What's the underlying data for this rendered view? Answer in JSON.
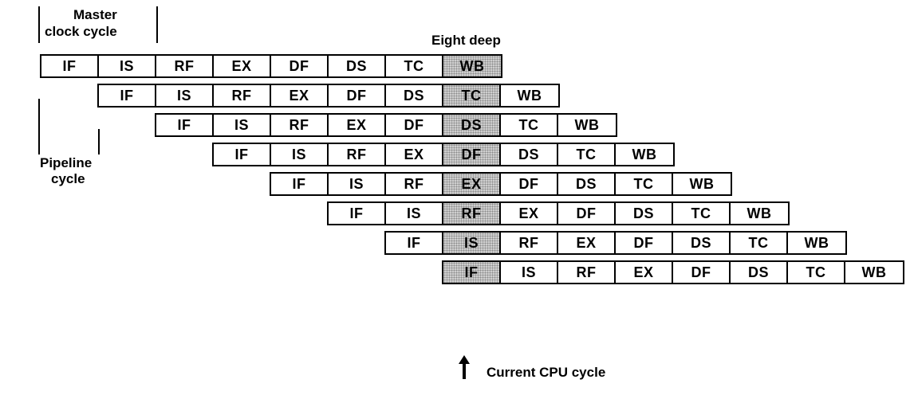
{
  "labels": {
    "master": "Master",
    "clock_cycle": "clock cycle",
    "eight_deep": "Eight deep",
    "pipeline": "Pipeline",
    "cycle": "cycle",
    "current_cpu_cycle": "Current CPU cycle"
  },
  "stages": [
    "IF",
    "IS",
    "RF",
    "EX",
    "DF",
    "DS",
    "TC",
    "WB"
  ],
  "rows": [
    {
      "cells": [
        "IF",
        "IS",
        "RF",
        "EX",
        "DF",
        "DS",
        "TC",
        "WB"
      ],
      "highlighted_stage": "WB"
    },
    {
      "cells": [
        "IF",
        "IS",
        "RF",
        "EX",
        "DF",
        "DS",
        "TC",
        "WB"
      ],
      "highlighted_stage": "TC"
    },
    {
      "cells": [
        "IF",
        "IS",
        "RF",
        "EX",
        "DF",
        "DS",
        "TC",
        "WB"
      ],
      "highlighted_stage": "DS"
    },
    {
      "cells": [
        "IF",
        "IS",
        "RF",
        "EX",
        "DF",
        "DS",
        "TC",
        "WB"
      ],
      "highlighted_stage": "DF"
    },
    {
      "cells": [
        "IF",
        "IS",
        "RF",
        "EX",
        "DF",
        "DS",
        "TC",
        "WB"
      ],
      "highlighted_stage": "EX"
    },
    {
      "cells": [
        "IF",
        "IS",
        "RF",
        "EX",
        "DF",
        "DS",
        "TC",
        "WB"
      ],
      "highlighted_stage": "RF"
    },
    {
      "cells": [
        "IF",
        "IS",
        "RF",
        "EX",
        "DF",
        "DS",
        "TC",
        "WB"
      ],
      "highlighted_stage": "IS"
    },
    {
      "cells": [
        "IF",
        "IS",
        "RF",
        "EX",
        "DF",
        "DS",
        "TC",
        "WB"
      ],
      "highlighted_stage": "IF"
    }
  ],
  "colors": {
    "highlight": "#cfcfcf",
    "border": "#000000"
  }
}
